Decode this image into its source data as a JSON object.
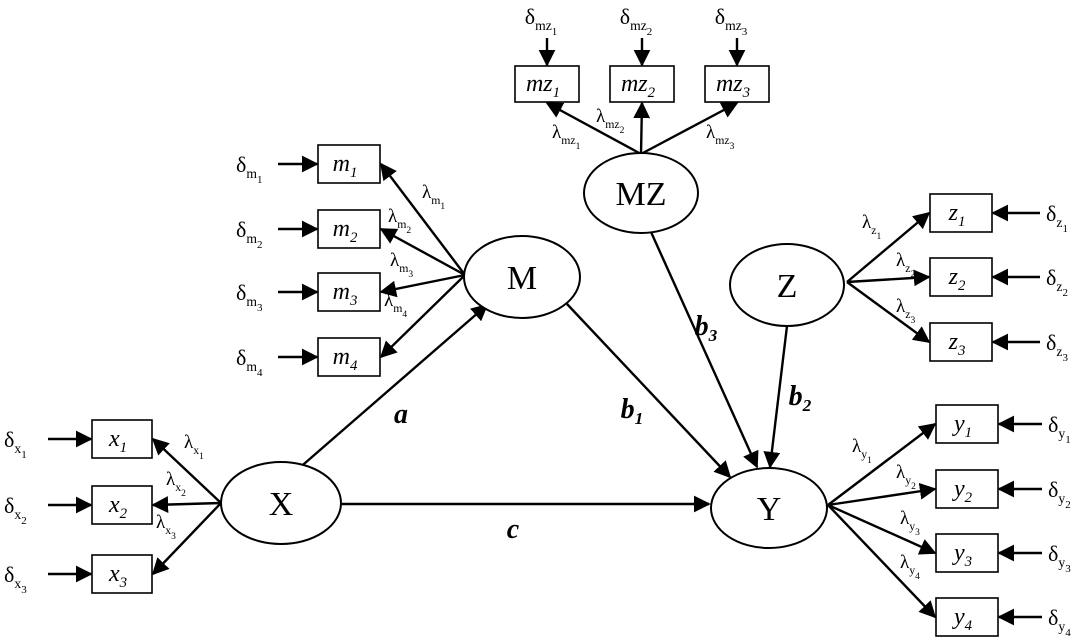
{
  "latents": {
    "X": "X",
    "M": "M",
    "MZ": "MZ",
    "Z": "Z",
    "Y": "Y"
  },
  "indicators": {
    "x": [
      {
        "base": "x",
        "sub": "1"
      },
      {
        "base": "x",
        "sub": "2"
      },
      {
        "base": "x",
        "sub": "3"
      }
    ],
    "m": [
      {
        "base": "m",
        "sub": "1"
      },
      {
        "base": "m",
        "sub": "2"
      },
      {
        "base": "m",
        "sub": "3"
      },
      {
        "base": "m",
        "sub": "4"
      }
    ],
    "mz": [
      {
        "base": "mz",
        "sub": "1"
      },
      {
        "base": "mz",
        "sub": "2"
      },
      {
        "base": "mz",
        "sub": "3"
      }
    ],
    "z": [
      {
        "base": "z",
        "sub": "1"
      },
      {
        "base": "z",
        "sub": "2"
      },
      {
        "base": "z",
        "sub": "3"
      }
    ],
    "y": [
      {
        "base": "y",
        "sub": "1"
      },
      {
        "base": "y",
        "sub": "2"
      },
      {
        "base": "y",
        "sub": "3"
      },
      {
        "base": "y",
        "sub": "4"
      }
    ]
  },
  "errors": {
    "symbol": "δ",
    "x": [
      "x|1",
      "x|2",
      "x|3"
    ],
    "m": [
      "m|1",
      "m|2",
      "m|3",
      "m|4"
    ],
    "mz": [
      "mz|1",
      "mz|2",
      "mz|3"
    ],
    "z": [
      "z|1",
      "z|2",
      "z|3"
    ],
    "y": [
      "y|1",
      "y|2",
      "y|3",
      "y|4"
    ]
  },
  "loadings": {
    "symbol": "λ",
    "x": [
      "x|1",
      "x|2",
      "x|3"
    ],
    "m": [
      "m|1",
      "m|2",
      "m|3",
      "m|4"
    ],
    "mz": [
      "mz|1",
      "mz|2",
      "mz|3"
    ],
    "z": [
      "z|1",
      "z|2",
      "z|3"
    ],
    "y": [
      "y|1",
      "y|2",
      "y|3",
      "y|4"
    ]
  },
  "paths": {
    "a": {
      "base": "a",
      "sub": ""
    },
    "b1": {
      "base": "b",
      "sub": "1"
    },
    "b2": {
      "base": "b",
      "sub": "2"
    },
    "b3": {
      "base": "b",
      "sub": "3"
    },
    "c": {
      "base": "c",
      "sub": ""
    }
  },
  "colors": {
    "stroke": "#000000",
    "fill": "#ffffff"
  }
}
